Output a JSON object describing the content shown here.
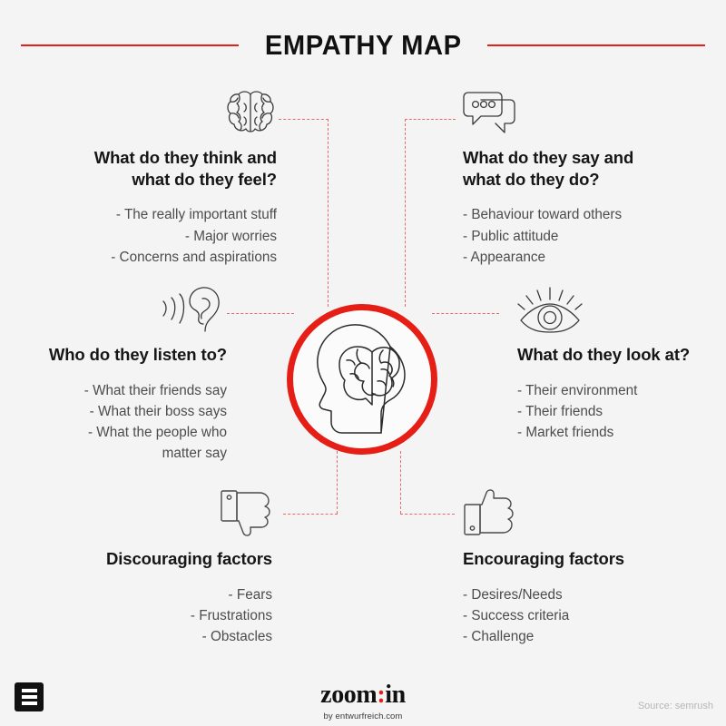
{
  "title": {
    "text": "EMPATHY MAP",
    "rule_color": "#e32119"
  },
  "center": {
    "icon": "head-brain-icon",
    "ring_color": "#e51f16"
  },
  "connector_color": "#e86a66",
  "quadrants": [
    {
      "id": "think-feel",
      "icon": "brain-icon",
      "heading": "What do they think and\nwhat do they feel?",
      "bullets": [
        "- The really important stuff",
        "- Major worries",
        "- Concerns and aspirations"
      ]
    },
    {
      "id": "say-do",
      "icon": "speech-bubbles-icon",
      "heading": "What do they say and\nwhat do they do?",
      "bullets": [
        "- Behaviour toward others",
        "- Public attitude",
        "- Appearance"
      ]
    },
    {
      "id": "listen-to",
      "icon": "ear-icon",
      "heading": "Who do they listen to?",
      "bullets": [
        "- What their friends say",
        "- What their boss says",
        "- What the people who",
        "matter say"
      ]
    },
    {
      "id": "look-at",
      "icon": "eye-icon",
      "heading": "What do they look at?",
      "bullets": [
        "- Their environment",
        "- Their friends",
        "- Market friends"
      ]
    },
    {
      "id": "discouraging",
      "icon": "thumbs-down-icon",
      "heading": "Discouraging factors",
      "bullets": [
        "- Fears",
        "- Frustrations",
        "- Obstacles"
      ]
    },
    {
      "id": "encouraging",
      "icon": "thumbs-up-icon",
      "heading": "Encouraging factors",
      "bullets": [
        "- Desires/Needs",
        "- Success criteria",
        "- Challenge"
      ]
    }
  ],
  "footer": {
    "logo": "zoomin-square-logo",
    "wordmark_a": "zoom",
    "wordmark_colon": ":",
    "wordmark_b": "in",
    "byline": "by entwurfreich.com",
    "source": "Source: semrush"
  }
}
